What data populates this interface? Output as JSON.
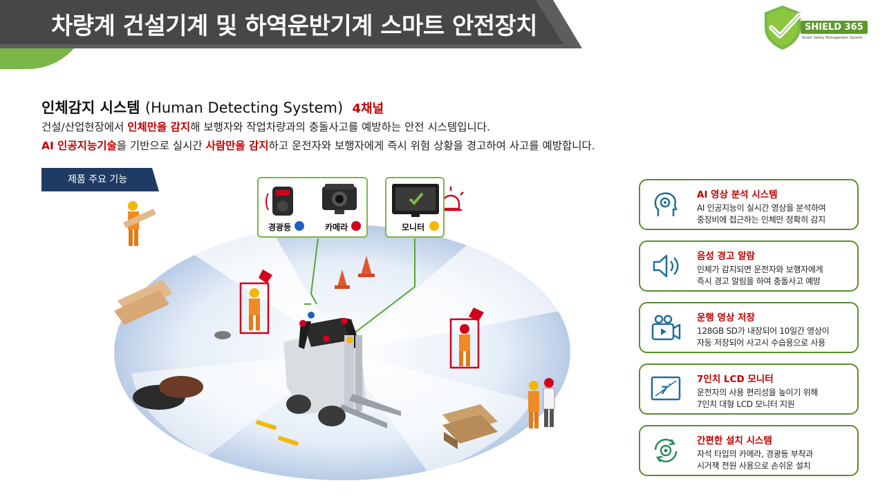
{
  "header": {
    "title": "차량계 건설기계 및 하역운반기계 스마트 안전장치",
    "logo_name": "SHIELD 365",
    "logo_sub": "Smart Safety Management System"
  },
  "intro": {
    "title_ko": "인체감지 시스템",
    "title_en": "(Human Detecting System)",
    "channels": "4채널",
    "line1_a": "건설/산업현장에서 ",
    "line1_hl": "인체만을 감지",
    "line1_b": "해 보행자와 작업차량과의 충돌사고를 예방하는 안전 시스템입니다.",
    "line2_hl1": "AI 인공지능기술",
    "line2_a": "을 기반으로 실시간 ",
    "line2_hl2": "사람만을 감지",
    "line2_b": "하고 운전자와 보행자에게 즉시 위험 상황을 경고하여 사고를 예방합니다."
  },
  "features_tab": "제품 주요 기능",
  "devices": {
    "warning_light": "경광등",
    "camera": "카메라",
    "monitor": "모니터"
  },
  "colors": {
    "accent_red": "#c00000",
    "brand_green": "#5a8b2d",
    "tab_navy": "#1f3b63",
    "dot_blue": "#1f5fbf",
    "dot_red": "#d0021b",
    "dot_yellow": "#f2b705"
  },
  "cards": [
    {
      "icon": "ai-head-icon",
      "title": "AI 영상 분석 시스템",
      "line1": "AI 인공지능이 실시간 영상을 분석하여",
      "line2": "중장비에 접근하는 인체만 정확히 감지"
    },
    {
      "icon": "speaker-icon",
      "title": "음성 경고 알람",
      "line1": "인체가 감지되면 운전자와 보행자에게",
      "line2": "즉시 경고 알림을 하여 충돌사고 예방"
    },
    {
      "icon": "video-camera-icon",
      "title": "운행 영상 저장",
      "line1": "128GB SD가 내장되어 10일간 영상이",
      "line2": "자동 저장되어 사고시 수습용으로 사용"
    },
    {
      "icon": "lcd-monitor-icon",
      "title": "7인치 LCD 모니터",
      "line1": "운전자의 사용 편리성을 높이기 위해",
      "line2": "7인치 대형 LCD 모니터 지원"
    },
    {
      "icon": "gear-refresh-icon",
      "title": "간편한 설치 시스템",
      "line1": "자석 타입의 카메라, 경광등 부착과",
      "line2": "시거잭 전원 사용으로 손쉬운 설치"
    }
  ]
}
